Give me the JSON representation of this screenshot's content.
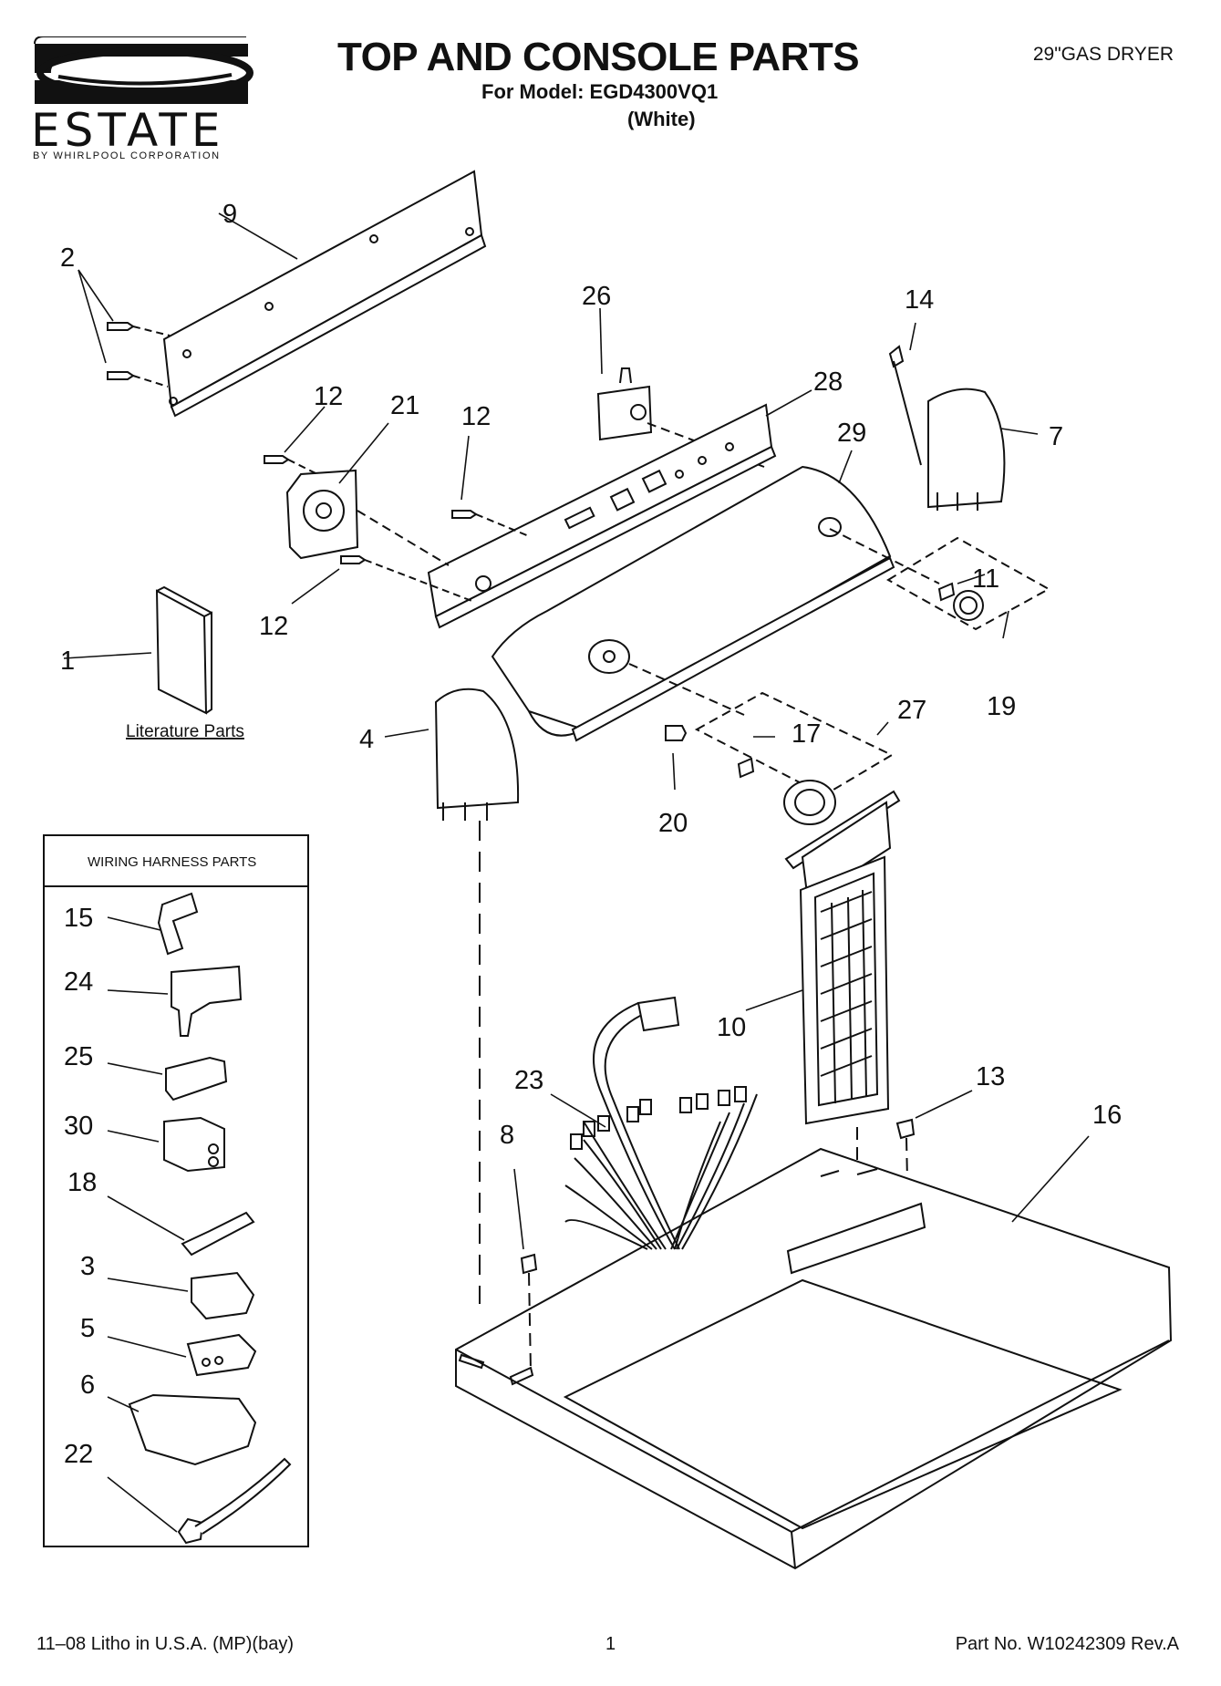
{
  "header": {
    "brand": "ESTATE",
    "brand_sub": "BY WHIRLPOOL CORPORATION",
    "title": "TOP AND CONSOLE PARTS",
    "model": "For Model: EGD4300VQ1",
    "color": "(White)",
    "product": "29\"GAS DRYER"
  },
  "diagram": {
    "literature_label": "Literature Parts",
    "wiring_box_title": "WIRING HARNESS PARTS",
    "callouts": [
      "1",
      "2",
      "3",
      "4",
      "5",
      "6",
      "7",
      "8",
      "9",
      "10",
      "11",
      "12",
      "13",
      "14",
      "15",
      "16",
      "17",
      "18",
      "19",
      "20",
      "21",
      "22",
      "23",
      "24",
      "25",
      "26",
      "27",
      "28",
      "29",
      "30"
    ],
    "icons": [
      "estate-logo-icon"
    ]
  },
  "footer": {
    "left": "11–08 Litho in U.S.A. (MP)(bay)",
    "page": "1",
    "part_no": "Part No. W10242309 Rev.A"
  }
}
